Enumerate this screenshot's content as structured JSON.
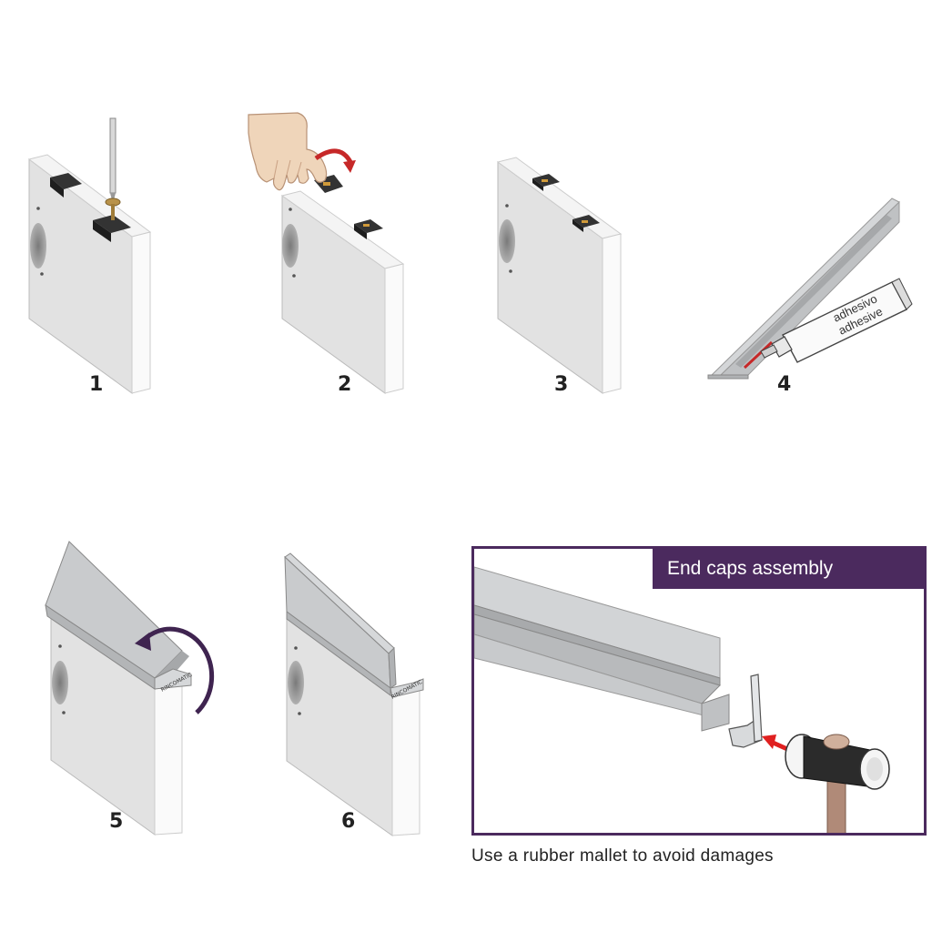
{
  "steps": [
    {
      "number": "1"
    },
    {
      "number": "2"
    },
    {
      "number": "3"
    },
    {
      "number": "4",
      "tube_label_line1": "adhesivo",
      "tube_label_line2": "adhesive"
    },
    {
      "number": "5",
      "brand_mark": "RINCOMATIC"
    },
    {
      "number": "6",
      "brand_mark": "RINCOMATIC"
    }
  ],
  "panel": {
    "title": "End caps assembly"
  },
  "caption": "Use a rubber mallet to avoid damages",
  "colors": {
    "accent": "#4b2a5e",
    "arrow_red": "#e02020",
    "panel_board": "#e4e4e4",
    "profile_aluminium": "#c4c6c8"
  }
}
